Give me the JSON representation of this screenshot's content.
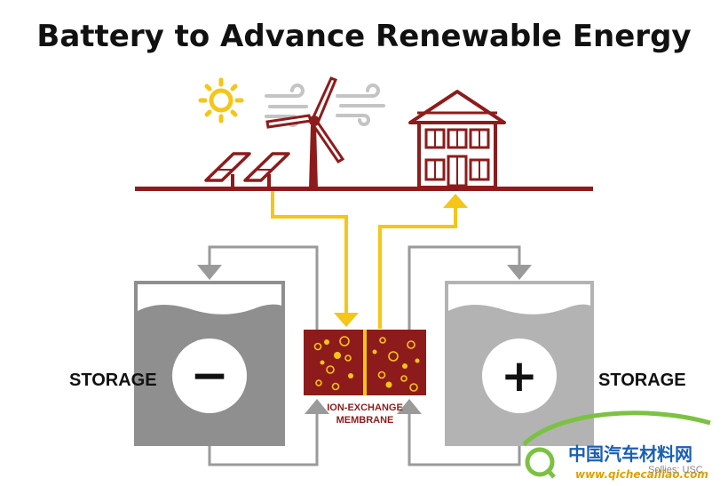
{
  "title": "Battery to Advance Renewable Energy",
  "left_tank": {
    "label": "STORAGE",
    "symbol": "−"
  },
  "right_tank": {
    "label": "STORAGE",
    "symbol": "+"
  },
  "membrane": {
    "label_line1": "ION-EXCHANGE",
    "label_line2": "MEMBRANE"
  },
  "credit": "Sollies: USC",
  "watermark": {
    "brand": "中国汽车材料网",
    "url": "www.qichecailiao.com"
  },
  "icons": [
    "sun-icon",
    "wind-gust-icon",
    "wind-turbine-icon",
    "solar-panel-icon",
    "house-icon"
  ],
  "colors": {
    "accent_red": "#8e1b1b",
    "flow_yellow": "#f5c518",
    "tank_dark": "#8f8f8f",
    "tank_light": "#b3b3b3",
    "pipe_gray": "#9a9a9a"
  }
}
